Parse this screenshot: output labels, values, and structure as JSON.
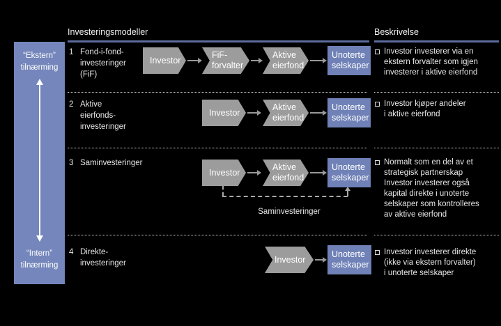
{
  "colors": {
    "background": "#000000",
    "sidebar_blue": "#7486bb",
    "box_blue": "#6f81b7",
    "shape_gray": "#9c9c9c",
    "underline_blue": "#5d6d9d"
  },
  "sidebar": {
    "top_label": "“Ekstern”\ntilnærming",
    "bottom_label": "“Intern”\ntilnærming"
  },
  "headers": {
    "models": "Investeringsmodeller",
    "description": "Beskrivelse"
  },
  "rows": [
    {
      "number": "1",
      "label": "Fond-i-fond-\ninvesteringer\n(FiF)",
      "chain": [
        "Investor",
        "FiF-\nforvalter",
        "Aktive\neierfond",
        "Unoterte\nselskaper"
      ],
      "description": "Investor investerer via en\nekstern forvalter som igjen\ninvesterer i aktive eierfond"
    },
    {
      "number": "2",
      "label": "Aktive\neierfonds-\ninvesteringer",
      "chain": [
        "Investor",
        "Aktive\neierfond",
        "Unoterte\nselskaper"
      ],
      "description": "Investor kjøper andeler\ni aktive eierfond"
    },
    {
      "number": "3",
      "label": "Saminvesteringer",
      "chain": [
        "Investor",
        "Aktive\neierfond",
        "Unoterte\nselskaper"
      ],
      "coinvest_label": "Saminvesteringer",
      "description": "Normalt som en del av et\nstrategisk partnerskap\nInvestor investerer også\nkapital direkte i unoterte\nselskaper som kontrolleres\nav aktive eierfond"
    },
    {
      "number": "4",
      "label": "Direkte-\ninvesteringer",
      "chain": [
        "Investor",
        "Unoterte\nselskaper"
      ],
      "description": "Investor investerer direkte\n(ikke via ekstern forvalter)\ni unoterte selskaper"
    }
  ]
}
